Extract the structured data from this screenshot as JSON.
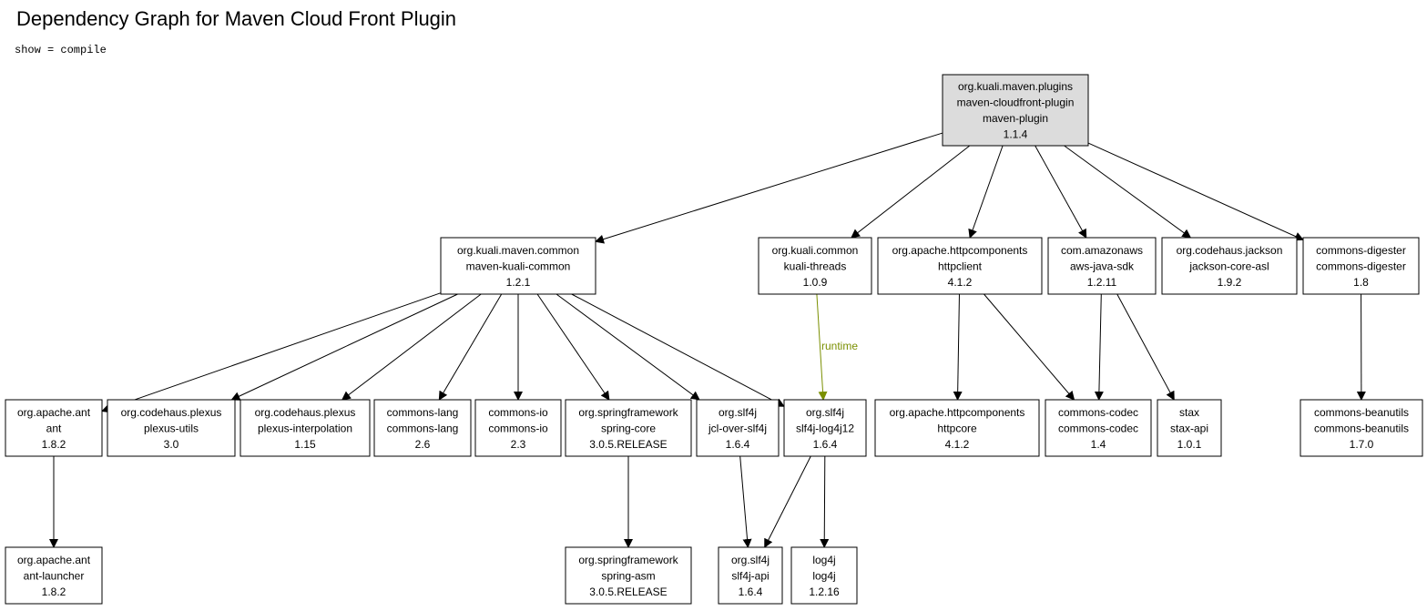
{
  "header": {
    "title": "Dependency Graph for Maven Cloud Front Plugin",
    "subtitle": "show = compile"
  },
  "colors": {
    "root_fill": "#dcdcdc",
    "node_fill": "#ffffff",
    "edge": "#000000",
    "runtime_edge": "#7a8f00"
  },
  "nodes": [
    {
      "id": "root",
      "lines": [
        "org.kuali.maven.plugins",
        "maven-cloudfront-plugin",
        "maven-plugin",
        "1.1.4"
      ],
      "root": true
    },
    {
      "id": "kuali-common",
      "lines": [
        "org.kuali.maven.common",
        "maven-kuali-common",
        "1.2.1"
      ]
    },
    {
      "id": "kuali-threads",
      "lines": [
        "org.kuali.common",
        "kuali-threads",
        "1.0.9"
      ]
    },
    {
      "id": "httpclient",
      "lines": [
        "org.apache.httpcomponents",
        "httpclient",
        "4.1.2"
      ]
    },
    {
      "id": "aws-sdk",
      "lines": [
        "com.amazonaws",
        "aws-java-sdk",
        "1.2.11"
      ]
    },
    {
      "id": "jackson",
      "lines": [
        "org.codehaus.jackson",
        "jackson-core-asl",
        "1.9.2"
      ]
    },
    {
      "id": "digester",
      "lines": [
        "commons-digester",
        "commons-digester",
        "1.8"
      ]
    },
    {
      "id": "ant",
      "lines": [
        "org.apache.ant",
        "ant",
        "1.8.2"
      ]
    },
    {
      "id": "plexus-utils",
      "lines": [
        "org.codehaus.plexus",
        "plexus-utils",
        "3.0"
      ]
    },
    {
      "id": "plexus-interp",
      "lines": [
        "org.codehaus.plexus",
        "plexus-interpolation",
        "1.15"
      ]
    },
    {
      "id": "commons-lang",
      "lines": [
        "commons-lang",
        "commons-lang",
        "2.6"
      ]
    },
    {
      "id": "commons-io",
      "lines": [
        "commons-io",
        "commons-io",
        "2.3"
      ]
    },
    {
      "id": "spring-core",
      "lines": [
        "org.springframework",
        "spring-core",
        "3.0.5.RELEASE"
      ]
    },
    {
      "id": "jcl-slf4j",
      "lines": [
        "org.slf4j",
        "jcl-over-slf4j",
        "1.6.4"
      ]
    },
    {
      "id": "slf4j-log4j",
      "lines": [
        "org.slf4j",
        "slf4j-log4j12",
        "1.6.4"
      ]
    },
    {
      "id": "httpcore",
      "lines": [
        "org.apache.httpcomponents",
        "httpcore",
        "4.1.2"
      ]
    },
    {
      "id": "codec",
      "lines": [
        "commons-codec",
        "commons-codec",
        "1.4"
      ]
    },
    {
      "id": "stax",
      "lines": [
        "stax",
        "stax-api",
        "1.0.1"
      ]
    },
    {
      "id": "beanutils",
      "lines": [
        "commons-beanutils",
        "commons-beanutils",
        "1.7.0"
      ]
    },
    {
      "id": "ant-launcher",
      "lines": [
        "org.apache.ant",
        "ant-launcher",
        "1.8.2"
      ]
    },
    {
      "id": "spring-asm",
      "lines": [
        "org.springframework",
        "spring-asm",
        "3.0.5.RELEASE"
      ]
    },
    {
      "id": "slf4j-api",
      "lines": [
        "org.slf4j",
        "slf4j-api",
        "1.6.4"
      ]
    },
    {
      "id": "log4j",
      "lines": [
        "log4j",
        "log4j",
        "1.2.16"
      ]
    }
  ],
  "edges": [
    {
      "from": "root",
      "to": "kuali-common"
    },
    {
      "from": "root",
      "to": "kuali-threads"
    },
    {
      "from": "root",
      "to": "httpclient"
    },
    {
      "from": "root",
      "to": "aws-sdk"
    },
    {
      "from": "root",
      "to": "jackson"
    },
    {
      "from": "root",
      "to": "digester"
    },
    {
      "from": "kuali-common",
      "to": "ant"
    },
    {
      "from": "kuali-common",
      "to": "plexus-utils"
    },
    {
      "from": "kuali-common",
      "to": "plexus-interp"
    },
    {
      "from": "kuali-common",
      "to": "commons-lang"
    },
    {
      "from": "kuali-common",
      "to": "commons-io"
    },
    {
      "from": "kuali-common",
      "to": "spring-core"
    },
    {
      "from": "kuali-common",
      "to": "jcl-slf4j"
    },
    {
      "from": "kuali-common",
      "to": "slf4j-log4j"
    },
    {
      "from": "kuali-threads",
      "to": "slf4j-log4j",
      "label": "runtime",
      "runtime": true
    },
    {
      "from": "httpclient",
      "to": "httpcore"
    },
    {
      "from": "httpclient",
      "to": "codec"
    },
    {
      "from": "aws-sdk",
      "to": "codec"
    },
    {
      "from": "aws-sdk",
      "to": "stax"
    },
    {
      "from": "digester",
      "to": "beanutils"
    },
    {
      "from": "ant",
      "to": "ant-launcher"
    },
    {
      "from": "spring-core",
      "to": "spring-asm"
    },
    {
      "from": "jcl-slf4j",
      "to": "slf4j-api"
    },
    {
      "from": "slf4j-log4j",
      "to": "slf4j-api"
    },
    {
      "from": "slf4j-log4j",
      "to": "log4j"
    }
  ]
}
